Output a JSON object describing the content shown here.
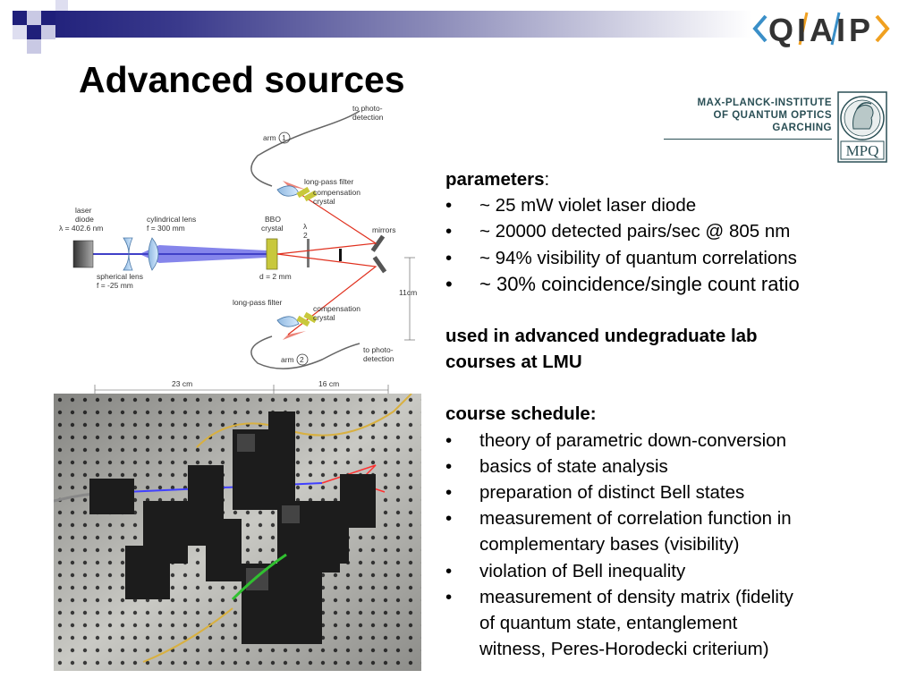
{
  "title": "Advanced sources",
  "logo_qiaip": {
    "text": "QIAIP"
  },
  "logo_mpq": {
    "line1": "MAX-PLANCK-INSTITUTE",
    "line2": "OF QUANTUM OPTICS",
    "line3": "GARCHING",
    "emblem": "MPQ"
  },
  "diagram": {
    "laser_line1": "laser",
    "laser_line2": "diode",
    "laser_line3": "λ = 402.6 nm",
    "cyl_lens_line1": "cylindrical lens",
    "cyl_lens_line2": "f = 300 mm",
    "sph_lens_line1": "spherical lens",
    "sph_lens_line2": "f = -25 mm",
    "bbo_line1": "BBO",
    "bbo_line2": "crystal",
    "bbo_d": "d = 2 mm",
    "halfwave_top": "λ",
    "halfwave_bottom": "2",
    "mirrors": "mirrors",
    "arm1": "arm",
    "arm1_num": "1",
    "arm2": "arm",
    "arm2_num": "2",
    "lpf_top": "long-pass filter",
    "lpf_bottom": "long-pass filter",
    "comp_top_1": "compensation",
    "comp_top_2": "crystal",
    "comp_bot_1": "compensation",
    "comp_bot_2": "crystal",
    "photo_top_1": "to photo-",
    "photo_top_2": "detection",
    "photo_bot_1": "to photo-",
    "photo_bot_2": "detection",
    "dim_11": "11cm",
    "dim_23": "23 cm",
    "dim_16": "16 cm"
  },
  "parameters": {
    "heading": "parameters",
    "colon": ":",
    "items": [
      "~ 25 mW violet laser diode",
      "~ 20000 detected pairs/sec @ 805 nm",
      "~ 94% visibility of quantum correlations",
      "~ 30% coincidence/single count ratio"
    ]
  },
  "usage": {
    "line1": "used in advanced undegraduate lab",
    "line2": "courses at LMU"
  },
  "schedule": {
    "heading": "course schedule:",
    "items": [
      "theory of parametric down-conversion",
      "basics of state analysis",
      "preparation of distinct Bell states",
      "measurement of correlation function in",
      "complementary bases (visibility)",
      "violation of Bell inequality",
      "measurement of density matrix (fidelity",
      "of quantum state, entanglement",
      "witness, Peres-Horodecki criterium)"
    ]
  },
  "bullet_char": "•",
  "colors": {
    "header_dark": "#1f1f7a",
    "mpq_teal": "#2a4f55",
    "laser_blue": "#5555ee",
    "pair_red": "#e0301e"
  }
}
